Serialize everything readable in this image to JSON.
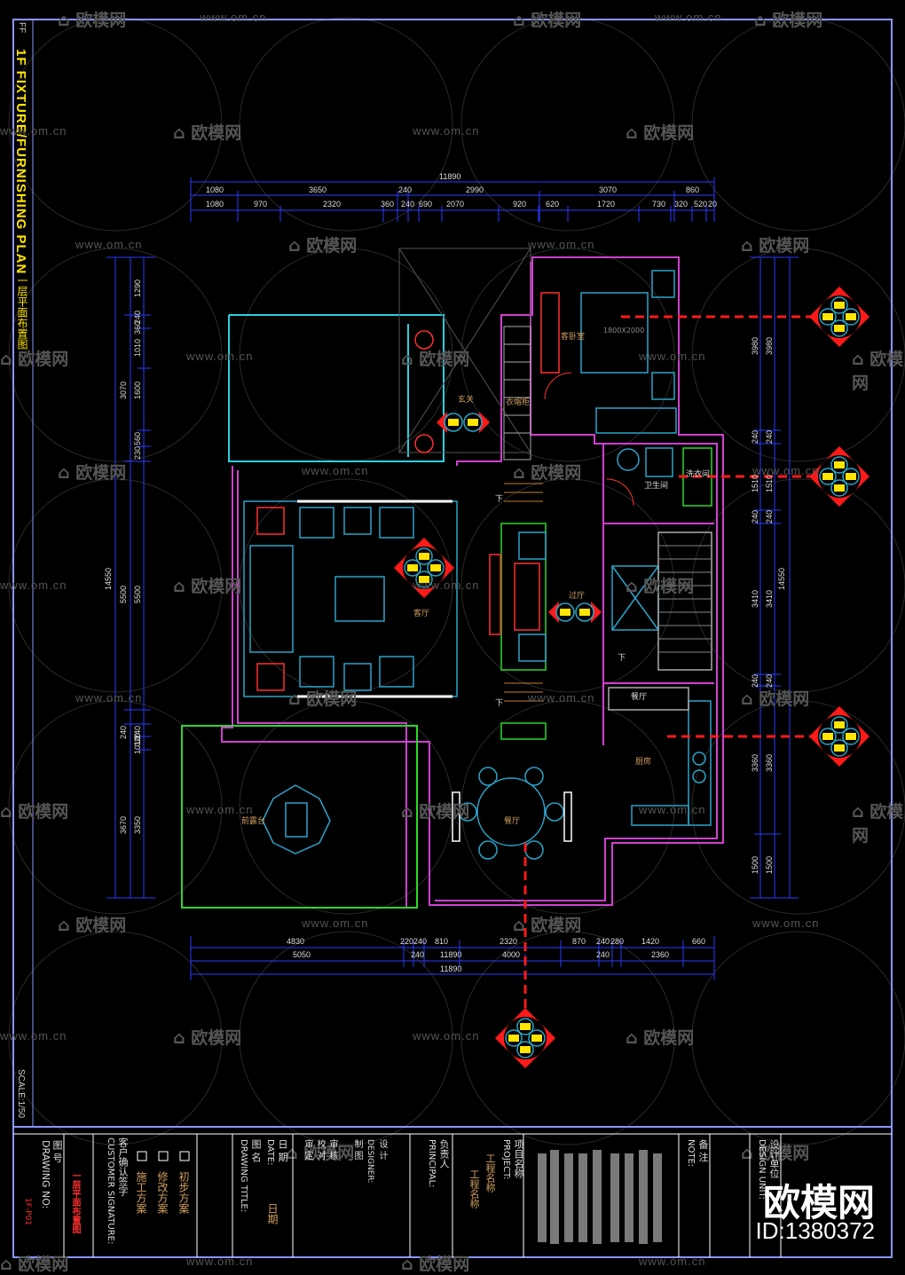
{
  "drawing": {
    "title_en": "1F FIXTURE/FURNISHING PLAN",
    "title_cn": "一层平面布置图",
    "sheet_code": "FF",
    "scale": "SCALE:1/50"
  },
  "dimensions": {
    "top_total": "11890",
    "top_row1": [
      "1080",
      "3650",
      "240",
      "2990",
      "3070",
      "860"
    ],
    "top_row2": [
      "1080",
      "970",
      "2320",
      "360",
      "240",
      "690",
      "2070",
      "920",
      "620",
      "1720",
      "730",
      "320",
      "520",
      "20"
    ],
    "bottom_row1": [
      "4830",
      "220",
      "240",
      "810",
      "2320",
      "870",
      "240",
      "280",
      "1420",
      "660"
    ],
    "bottom_row2": [
      "5050",
      "240",
      "11890",
      "4000",
      "240",
      "2360"
    ],
    "bottom_total": "11890",
    "left_total": "14550",
    "left_outer": [
      "3070",
      "5500",
      "240",
      "3670"
    ],
    "left_inner": [
      "1290",
      "240",
      "360",
      "1010",
      "1600",
      "560",
      "230",
      "5500",
      "240",
      "320",
      "1010",
      "3350"
    ],
    "right_total": "14550",
    "right_outer": [
      "3980",
      "240",
      "1510",
      "240",
      "3410",
      "240",
      "3360",
      "1500"
    ],
    "right_inner": [
      "3980",
      "240",
      "1510",
      "240",
      "3410",
      "240",
      "3360",
      "1500"
    ]
  },
  "rooms": {
    "foyer": "玄关",
    "cabinet": "衣帽柜",
    "guest_bedroom": "客卧室",
    "bathroom": "卫生间",
    "laundry": "洗衣间",
    "living": "客厅",
    "hall": "过厅",
    "pantry": "餐厅",
    "kitchen": "厨房",
    "terrace": "前露台",
    "dining": "餐厅",
    "down1": "下",
    "down2": "下",
    "down3": "下",
    "bed_size": "1800X2000"
  },
  "title_block": {
    "drawing_no_label": "图 号",
    "drawing_no_en": "DRAWING NO:",
    "drawing_no_value": "1F-P01",
    "drawing_title_value": "一层平面布置图",
    "customer_label": "客户确认签字",
    "customer_en": "CUSTOMER SIGNATURE:",
    "stage1": "初步方案",
    "stage2": "修改方案",
    "stage3": "施工方案",
    "drawing_title_label": "图 名",
    "drawing_title_en": "DRAWING TITLE:",
    "date_label": "日 期",
    "date_en": "DATE:",
    "date_value": "日期",
    "team": [
      "设 计",
      "制 图",
      "审 核",
      "审 定",
      "校 对"
    ],
    "team_en": "DESIGNER:",
    "principal_label": "负责人",
    "principal_en": "PRINCIPAL:",
    "project_label": "项目名称",
    "project_en": "PROJECT:",
    "project_value1": "工程名称",
    "project_value2": "工程名称",
    "notes_label": "备 注",
    "notes_en": "NOTE:",
    "unit_label": "设计单位",
    "unit_en": "DESIGN UNIT:"
  },
  "watermark": {
    "url": "www.om.cn",
    "brand": "欧模网",
    "big_brand": "欧模网",
    "id": "ID:1380372"
  },
  "colors": {
    "background": "#000000",
    "frame": "#8a96ff",
    "wall": "#d040d0",
    "furniture": "#2aa4c8",
    "dimension": "#2a3cff",
    "title_yellow": "#ffe500",
    "marker_red": "#ff1a1a",
    "terrace_green": "#2ad82a"
  }
}
